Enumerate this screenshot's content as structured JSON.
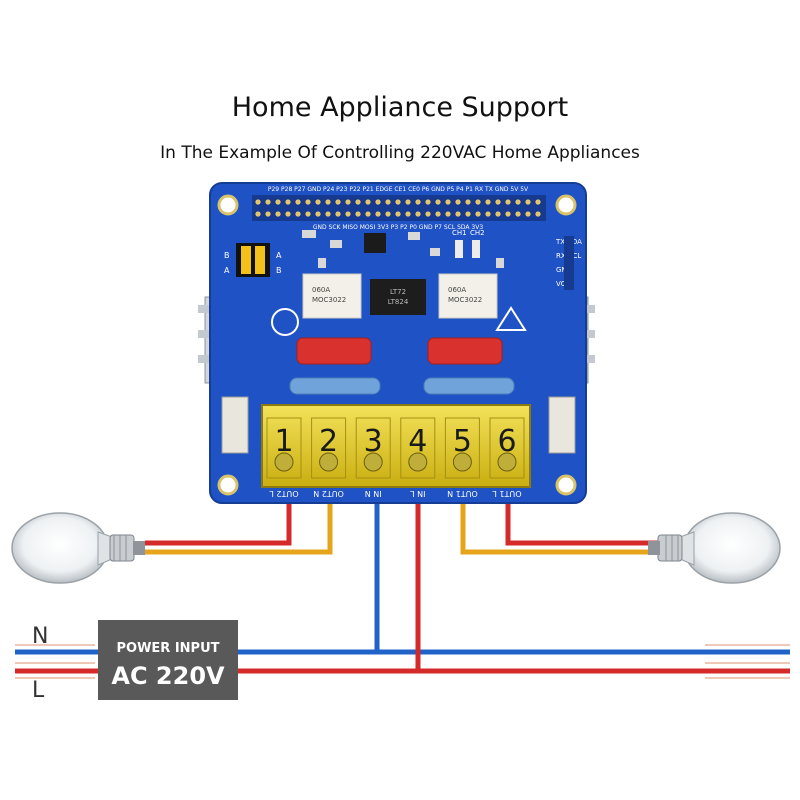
{
  "header": {
    "title": "Home Appliance Support",
    "subtitle": "In The Example Of Controlling 220VAC Home Appliances"
  },
  "board": {
    "top_pin_labels": "P29 P28 P27 GND P24 P23 P22 P21 EDGE CE1 CE0 P6 GND P5 P4 P1 RX TX GND 5V 5V",
    "second_pin_labels": "GND SCK MISO MOSI 3V3 P3 P2 P0 GND P7 SCL SDA 3V3",
    "jumper_labels": [
      "B",
      "A",
      "A",
      "B"
    ],
    "right_header_labels": [
      "TX/SDA",
      "RX/SCL",
      "GND",
      "VCC"
    ],
    "channel_labels": [
      "CH1",
      "CH2"
    ],
    "ic_text": [
      "LT72",
      "LT824"
    ],
    "opto_text": [
      "060A",
      "MOC3022"
    ],
    "terminal_numbers": [
      "1",
      "2",
      "3",
      "4",
      "5",
      "6"
    ],
    "terminal_labels": [
      "OUT2 L",
      "OUT2 N",
      "IN N",
      "IN L",
      "OUT1 N",
      "OUT1 L"
    ],
    "colors": {
      "pcb": "#1f52c4",
      "terminal": "#e8d21a",
      "live_wire": "#d42a2a",
      "neutral_wire": "#1f63c9",
      "switched_wire": "#e6a41b"
    }
  },
  "power": {
    "line_n": "N",
    "line_l": "L",
    "box_line1": "POWER INPUT",
    "box_line2": "AC 220V"
  },
  "icons": [
    "light-bulb-icon",
    "light-bulb-icon"
  ]
}
